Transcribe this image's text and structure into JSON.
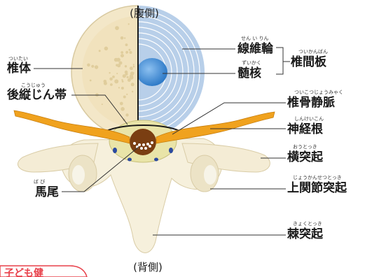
{
  "orientation": {
    "top": "(腹側)",
    "bottom": "(背側)"
  },
  "labels": {
    "vertebral_body": {
      "text": "椎体",
      "ruby": "ついたい"
    },
    "posterior_longitudinal_ligament": {
      "text": "後縦じん帯",
      "ruby": "こうじゅう"
    },
    "annulus_fibrosus": {
      "text": "線維輪",
      "ruby": "せん い りん"
    },
    "nucleus_pulposus": {
      "text": "髄核",
      "ruby": "ずいかく"
    },
    "intervertebral_disc": {
      "text": "椎間板",
      "ruby": "ついかんばん"
    },
    "vertebral_vein": {
      "text": "椎骨静脈",
      "ruby": "ついこつじょうみゃく"
    },
    "nerve_root": {
      "text": "神経根",
      "ruby": "しんけいこん"
    },
    "transverse_process": {
      "text": "横突起",
      "ruby": "おうとっき"
    },
    "superior_articular_process": {
      "text": "上関節突起",
      "ruby": "じょうかんせつとっき"
    },
    "cauda_equina": {
      "text": "馬尾",
      "ruby": "ば び"
    },
    "spinous_process": {
      "text": "棘突起",
      "ruby": "きょくとっき"
    }
  },
  "corner_tab": {
    "text": "子ども健"
  },
  "colors": {
    "bone": "#f6f0dc",
    "bone_shadow": "#e6dcbd",
    "disc_blue": "#b8cfe9",
    "disc_lines": "#ffffff",
    "nucleus": "#4a8fd3",
    "nerve": "#f0a21e",
    "dura": "#7a3e12",
    "vein": "#2b4aa0",
    "tab_red": "#e8404a"
  }
}
